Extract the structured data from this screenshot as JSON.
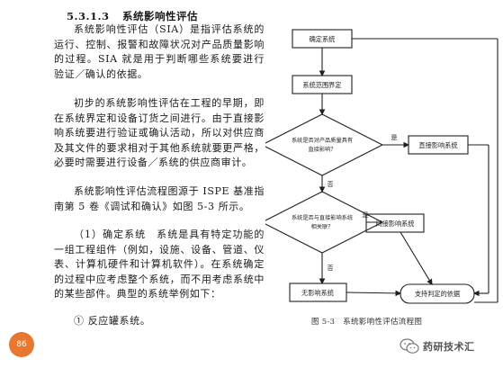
{
  "section": {
    "number": "5.3.1.3",
    "title": "系统影响性评估"
  },
  "paragraphs": {
    "p1": "系统影响性评估（SIA）是指评估系统的运行、控制、报警和故障状况对产品质量影响的过程。SIA 就是用于判断哪些系统要进行验证／确认的依据。",
    "p2": "初步的系统影响性评估在工程的早期，即在系统界定和设备订货之间进行。由于直接影响系统要进行验证或确认活动，所以对供应商及其文件的要求相对于其他系统就要更严格，必要时需要进行设备／系统的供应商审计。",
    "p3": "系统影响性评估流程图源于 ISPE 基准指南第 5 卷《调试和确认》如图 5-3 所示。",
    "p4": "（1）确定系统　系统是具有特定功能的一组工程组件（例如，设施、设备、管道、仪表、计算机硬件和计算机软件）。在系统确定的过程中应考虑整个系统，而不用考虑系统中的某些部件。典型的系统举例如下：",
    "p5": "① 反应罐系统。"
  },
  "flowchart": {
    "define_system": "确定系统",
    "system_boundary": "系统范围界定",
    "decision1_line1": "系统是否对产品质量具有",
    "decision1_line2": "直接影响？",
    "direct_impact": "直接影响系统",
    "decision2_line1": "系统是否与直接影响系统",
    "decision2_line2": "相关联？",
    "indirect_impact": "间接影响系统",
    "no_impact": "无影响系统",
    "support_basis": "支持判定的依据",
    "yes": "是",
    "no": "否"
  },
  "figure_caption": "图 5-3　系统影响性评估流程图",
  "page_number": "86",
  "watermark": {
    "text": "药研技术汇",
    "icon": "wechat-icon"
  },
  "colors": {
    "page_badge": "#e8782f",
    "line": "#1f1f1f"
  }
}
